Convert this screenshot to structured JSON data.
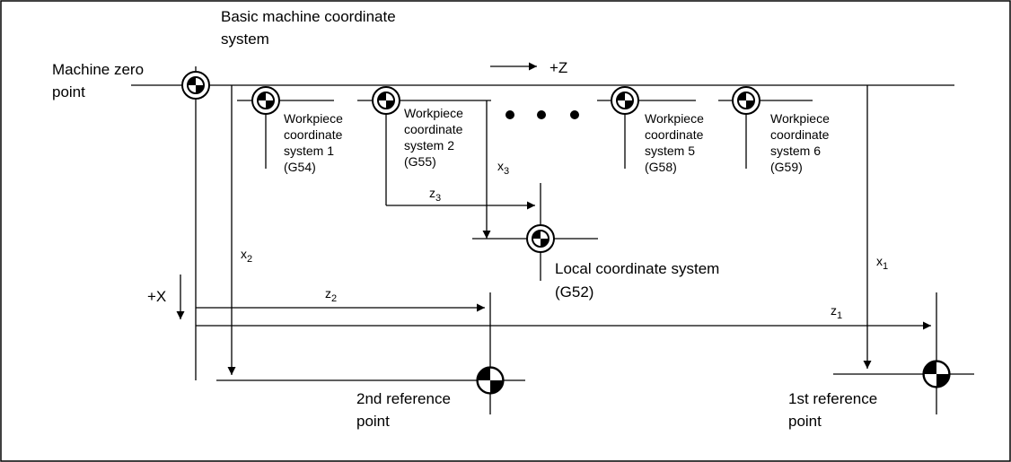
{
  "labels": {
    "machine_zero": [
      "Machine zero",
      "point"
    ],
    "basic_system": [
      "Basic machine coordinate",
      "system"
    ],
    "plus_z": "+Z",
    "plus_x": "+X",
    "wcs1": [
      "Workpiece",
      "coordinate",
      "system 1",
      "(G54)"
    ],
    "wcs2": [
      "Workpiece",
      "coordinate",
      "system 2",
      "(G55)"
    ],
    "wcs5": [
      "Workpiece",
      "coordinate",
      "system 5",
      "(G58)"
    ],
    "wcs6": [
      "Workpiece",
      "coordinate",
      "system 6",
      "(G59)"
    ],
    "local": [
      "Local coordinate system",
      "(G52)"
    ],
    "ref2": [
      "2nd reference",
      "point"
    ],
    "ref1": [
      "1st reference",
      "point"
    ],
    "x1": {
      "base": "x",
      "sub": "1"
    },
    "x2": {
      "base": "x",
      "sub": "2"
    },
    "x3": {
      "base": "x",
      "sub": "3"
    },
    "z1": {
      "base": "z",
      "sub": "1"
    },
    "z2": {
      "base": "z",
      "sub": "2"
    },
    "z3": {
      "base": "z",
      "sub": "3"
    }
  }
}
